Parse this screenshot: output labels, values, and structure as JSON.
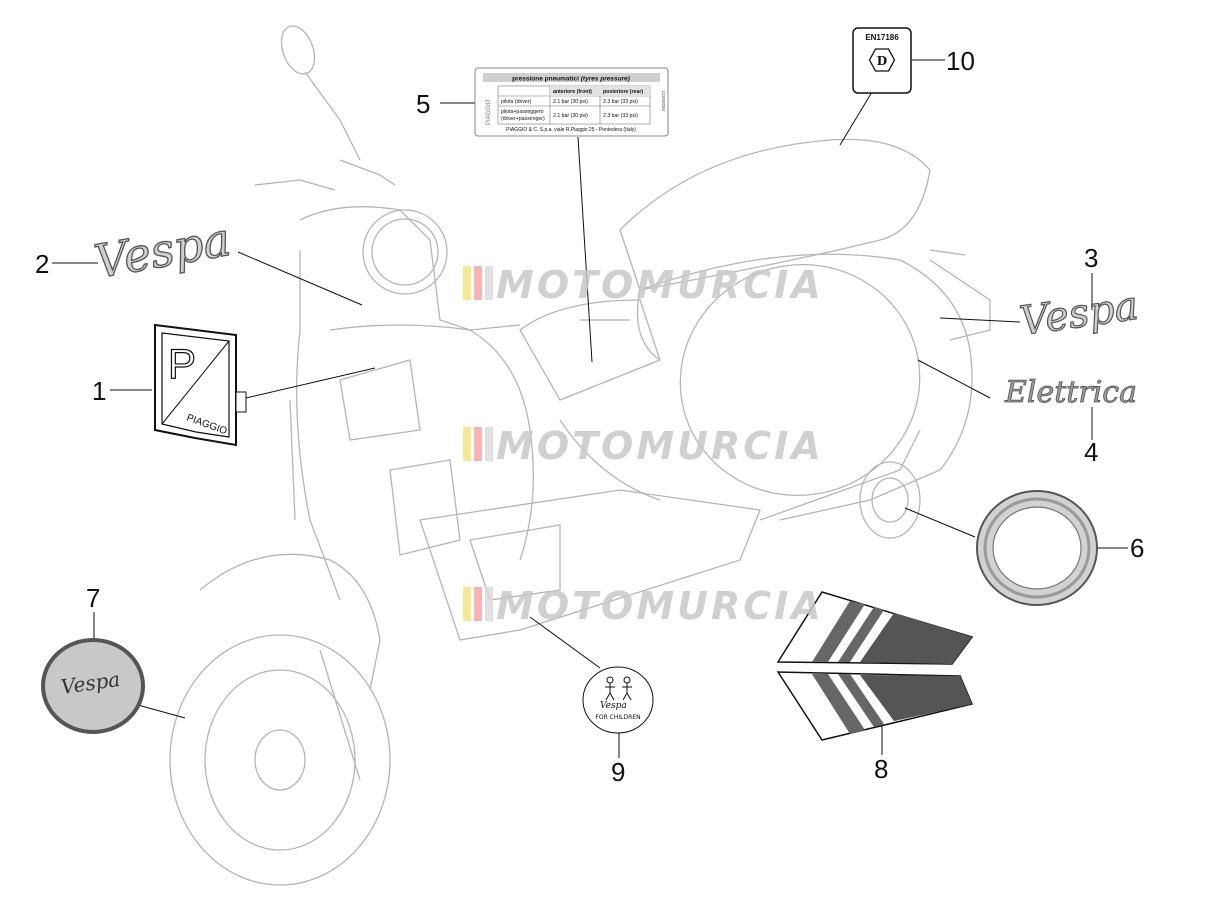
{
  "callouts": [
    "1",
    "2",
    "3",
    "4",
    "5",
    "6",
    "7",
    "8",
    "9",
    "10"
  ],
  "watermark": "MOTOMURCIA",
  "tyre_label": {
    "title_it": "pressione pneumatici",
    "title_en": "(tyres pressure)",
    "col_front": "anteriore (front)",
    "col_rear": "posteriore (rear)",
    "row1_name": "pilota (driver)",
    "row1_front": "2.1 bar (30 psi)",
    "row1_rear": "2.3 bar (33 psi)",
    "row2_name_a": "pilota+passeggero",
    "row2_name_b": "(driver+passenger)",
    "row2_front": "2.1 bar (30 psi)",
    "row2_rear": "2.3 bar (33 psi)",
    "brand_side": "PIAGGIO",
    "code_side": "1G000286",
    "footer": "PIAGGIO & C. S.p.a. viale R.Piaggio 25 - Pontedera (Italy)"
  },
  "cert_label": {
    "code": "EN17186",
    "letter": "D"
  },
  "emblem_piaggio": "PIAGGIO",
  "vespa_script": "Vespa",
  "elettrica_script": "Elettrica",
  "children_text": "FOR CHILDREN",
  "colors": {
    "line": "#9a9a9a",
    "ink": "#111111",
    "badge_grey": "#b9b9b9",
    "stripe_dark": "#555555"
  }
}
